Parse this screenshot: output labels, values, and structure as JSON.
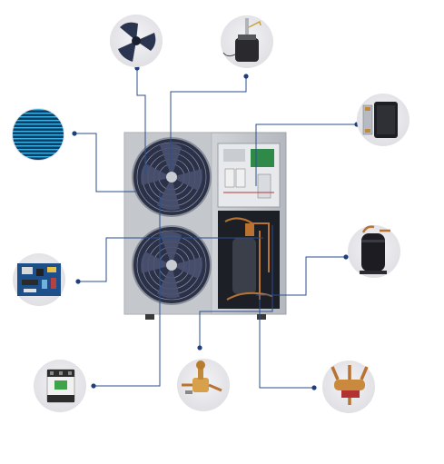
{
  "colors": {
    "background": "#ffffff",
    "leader_line": "#2b4e8c",
    "leader_dot": "#1f3f7a",
    "cabinet": "#c9ccd1",
    "cabinet_edge": "#9ea3aa",
    "fan_blade": "#2c3550",
    "component_circle": "#e6e6ea"
  },
  "components": [
    {
      "key": "fan-blade",
      "icon": "fan-blade-icon"
    },
    {
      "key": "fan-motor",
      "icon": "fan-motor-icon"
    },
    {
      "key": "finned-coil",
      "icon": "finned-coil-icon"
    },
    {
      "key": "plate-heat-exchanger",
      "icon": "plate-heat-exchanger-icon"
    },
    {
      "key": "control-board",
      "icon": "circuit-board-icon"
    },
    {
      "key": "compressor",
      "icon": "compressor-icon"
    },
    {
      "key": "contactor",
      "icon": "contactor-icon"
    },
    {
      "key": "expansion-valve",
      "icon": "expansion-valve-icon"
    },
    {
      "key": "four-way-valve",
      "icon": "four-way-valve-icon"
    }
  ]
}
